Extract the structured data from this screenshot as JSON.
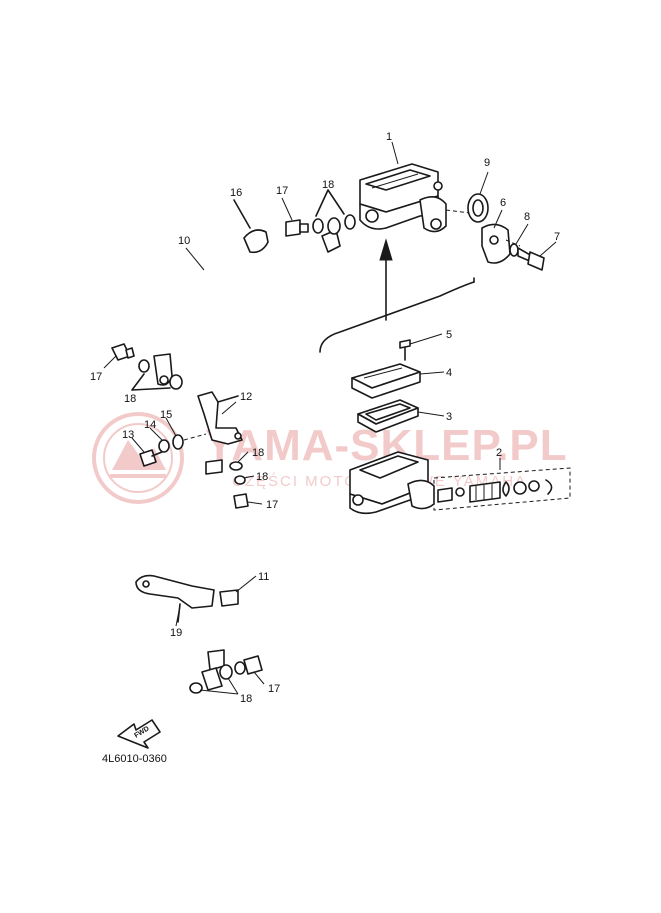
{
  "watermark": {
    "brand": "YAMA-SKLEP.PL",
    "tagline": "CZĘŚCI MOTOCYKLOWE YAMAHA",
    "color": "#e8a0a0"
  },
  "diagram_code": "4L6010-0360",
  "fwd_label": "FWD",
  "callouts": {
    "c1": "1",
    "c2": "2",
    "c3": "3",
    "c4": "4",
    "c5": "5",
    "c6": "6",
    "c7": "7",
    "c8": "8",
    "c9": "9",
    "c10": "10",
    "c11": "11",
    "c12": "12",
    "c13": "13",
    "c14": "14",
    "c15": "15",
    "c16": "16",
    "c17a": "17",
    "c17b": "17",
    "c17c": "17",
    "c17d": "17",
    "c18a": "18",
    "c18b": "18",
    "c18c": "18",
    "c18d": "18",
    "c18e": "18",
    "c19": "19"
  }
}
